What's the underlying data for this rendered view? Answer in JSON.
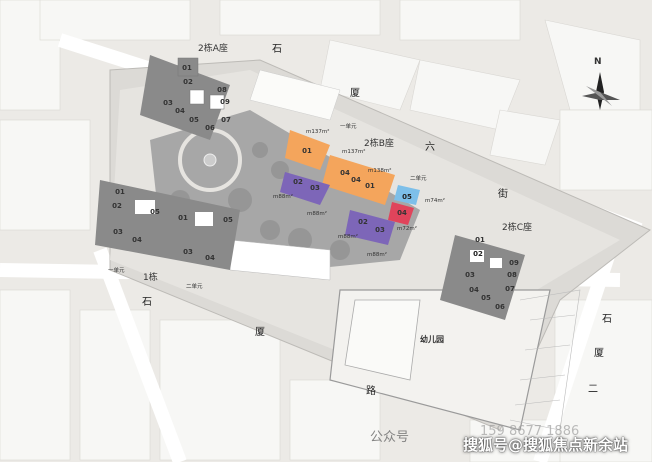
{
  "compass": {
    "label": "N"
  },
  "roads": {
    "shixia_label": [
      "石",
      "厦",
      "六",
      "街"
    ],
    "right_label": [
      "石",
      "厦",
      "二"
    ],
    "bottom_label": [
      "石",
      "厦",
      "路"
    ]
  },
  "buildings": {
    "a_title": "2栋A座",
    "b_title": "2栋B座",
    "c_title": "2栋C座",
    "d_title": "1栋",
    "kindergarten": "幼儿园",
    "unit_one": "一单元",
    "unit_two": "二单元"
  },
  "units": {
    "a": [
      "01",
      "02",
      "08",
      "09",
      "03",
      "04",
      "05",
      "06",
      "07"
    ],
    "b_orange": [
      "01",
      "04",
      "04",
      "01"
    ],
    "b_purple": [
      "02",
      "03",
      "02",
      "03"
    ],
    "b_blue": "05",
    "b_red": "04",
    "c": [
      "01",
      "02",
      "03",
      "09",
      "08",
      "07",
      "06",
      "05",
      "04"
    ],
    "d": [
      "01",
      "02",
      "05",
      "01",
      "05",
      "03",
      "04",
      "03",
      "04"
    ]
  },
  "areas": [
    "m137m²",
    "m137m²",
    "m138m²",
    "m88m²",
    "m88m²",
    "m74m²",
    "m72m²",
    "m88m²",
    "m88m²"
  ],
  "colors": {
    "orange": "#f4a55c",
    "purple": "#7d66b8",
    "blue": "#7dbfe9",
    "red": "#e0445b",
    "building": "#8a8a8a"
  },
  "watermark": {
    "platform": "公众号",
    "phone": "159 8677 1886",
    "site": "搜狐号@搜狐焦点新余站"
  }
}
